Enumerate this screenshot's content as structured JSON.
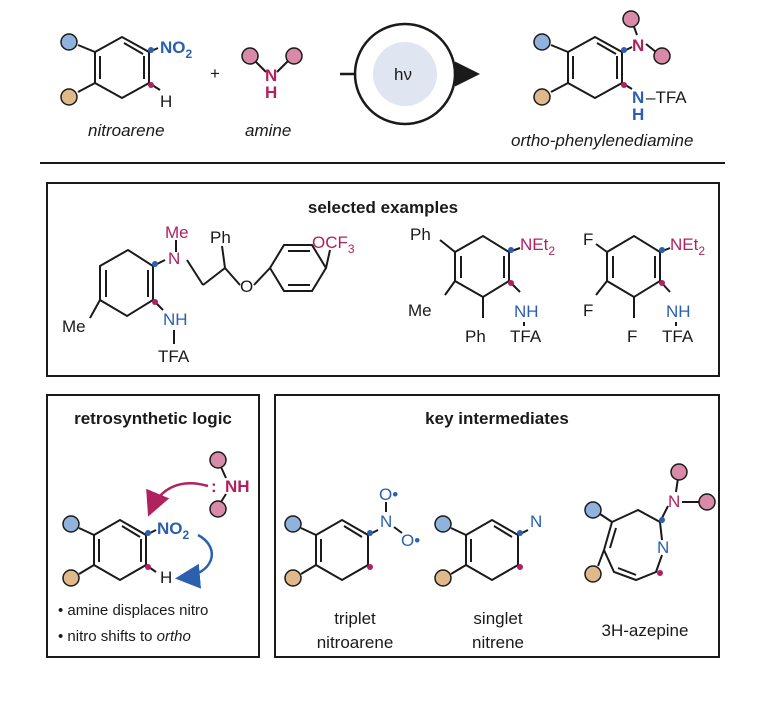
{
  "top": {
    "nitro_group": "NO",
    "nitro_sub": "2",
    "h_atom": "H",
    "nitroarene_label": "nitroarene",
    "plus": "+",
    "amine_n": "N",
    "amine_h": "H",
    "amine_label": "amine",
    "light": "hν",
    "product_n": "N",
    "product_nh": "N",
    "product_h": "H",
    "product_tfa": "TFA",
    "product_label": "ortho-phenylenediamine"
  },
  "examples": {
    "title": "selected examples",
    "ex1": {
      "me_top": "Me",
      "n": "N",
      "ph": "Ph",
      "o": "O",
      "ocf3": "OCF",
      "ocf3_sub": "3",
      "me_left": "Me",
      "nh": "NH",
      "tfa": "TFA"
    },
    "ex2": {
      "ph_top": "Ph",
      "net": "NEt",
      "net_sub": "2",
      "me": "Me",
      "ph_bottom": "Ph",
      "nh": "NH",
      "tfa": "TFA"
    },
    "ex3": {
      "f1": "F",
      "net": "NEt",
      "net_sub": "2",
      "f2": "F",
      "f3": "F",
      "nh": "NH",
      "tfa": "TFA"
    }
  },
  "retro": {
    "title": "retrosynthetic logic",
    "nh": "NH",
    "colon": ":",
    "no2": "NO",
    "no2_sub": "2",
    "h": "H",
    "bullet1": "• amine displaces nitro",
    "bullet2_prefix": "• nitro shifts to ",
    "bullet2_italic": "ortho"
  },
  "intermediates": {
    "title": "key intermediates",
    "o1": "O•",
    "n1": "N",
    "o2": "O•",
    "triplet_l1": "triplet",
    "triplet_l2": "nitroarene",
    "n_singlet": "N",
    "singlet_l1": "singlet",
    "singlet_l2": "nitrene",
    "azep_n": "N",
    "azep_n2": "N",
    "azepine_label": "3H-azepine"
  },
  "colors": {
    "blue": "#2b5fb0",
    "magenta": "#b0215e",
    "sub_blue": "#8fb3dd",
    "sub_orange": "#e0b98a",
    "sub_pink": "#d98aa8",
    "light_circle": "#dfe6f2"
  }
}
